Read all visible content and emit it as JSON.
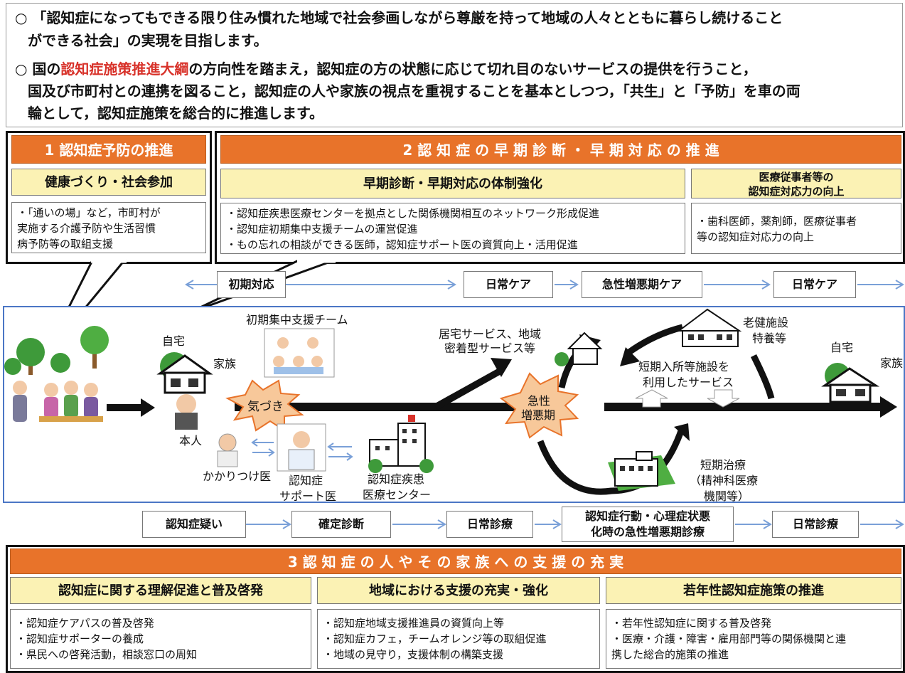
{
  "intro": {
    "line1": "○ 「認知症になってもできる限り住み慣れた地域で社会参画しながら尊厳を持って地域の人々とともに暮らし続けること",
    "line2": "ができる社会」の実現を目指します。",
    "line3_prefix": "○ 国の",
    "line3_highlight": "認知症施策推進大綱",
    "line3_suffix": "の方向性を踏まえ，認知症の方の状態に応じて切れ目のないサービスの提供を行うこと，",
    "line4": "国及び市町村との連携を図ること，認知症の人や家族の視点を重視することを基本としつつ，「共生」と「予防」を車の両",
    "line5": "輪として，認知症施策を総合的に推進します。"
  },
  "section1": {
    "title": "1  認知症予防の推進",
    "sub": "健康づくり・社会参加",
    "body": [
      "・「通いの場」など，市町村が",
      "実施する介護予防や生活習慣",
      "病予防等の取組支援"
    ]
  },
  "section2": {
    "title": "2  認 知 症 の 早 期 診 断 ・ 早 期 対 応 の 推 進",
    "sub_a": "早期診断・早期対応の体制強化",
    "sub_b_line1": "医療従事者等の",
    "sub_b_line2": "認知症対応力の向上",
    "body_a": [
      "・認知症疾患医療センターを拠点とした関係機関相互のネットワーク形成促進",
      "・認知症初期集中支援チームの運営促進",
      "・もの忘れの相談ができる医師，認知症サポート医の資質向上・活用促進"
    ],
    "body_b": [
      "・歯科医師，薬剤師，医療従事者",
      "等の認知症対応力の向上"
    ]
  },
  "timeline_top": [
    "初期対応",
    "日常ケア",
    "急性増悪期ケア",
    "日常ケア"
  ],
  "timeline_bottom": [
    "認知症疑い",
    "確定診断",
    "日常診療",
    "認知症行動・心理症状悪",
    "化時の急性増悪期診療",
    "日常診療"
  ],
  "diagram": {
    "home_left": "自宅",
    "family_left": "家族",
    "initial_team": "初期集中支援チーム",
    "awareness": "気づき",
    "person": "本人",
    "gp": "かかりつけ医",
    "support_doctor_1": "認知症",
    "support_doctor_2": "サポート医",
    "center_1": "認知症疾患",
    "center_2": "医療センター",
    "home_service_1": "居宅サービス、地域",
    "home_service_2": "密着型サービス等",
    "acute_1": "急性",
    "acute_2": "増悪期",
    "facility_1": "老健施設",
    "facility_2": "特養等",
    "short_stay_1": "短期入所等施設を",
    "short_stay_2": "利用したサービス",
    "home_right": "自宅",
    "family_right": "家族",
    "short_treat_1": "短期治療",
    "short_treat_2": "（精神科医療",
    "short_treat_3": "機関等）"
  },
  "section3": {
    "title": "3  認 知 症 の 人 や そ の 家 族 へ の 支 援 の 充 実",
    "cols": [
      {
        "head": "認知症に関する理解促進と普及啓発",
        "body": [
          "・認知症ケアパスの普及啓発",
          "・認知症サポーターの養成",
          "・県民への啓発活動，相談窓口の周知"
        ]
      },
      {
        "head": "地域における支援の充実・強化",
        "body": [
          "・認知症地域支援推進員の資質向上等",
          "・認知症カフェ，チームオレンジ等の取組促進",
          "・地域の見守り，支援体制の構築支援"
        ]
      },
      {
        "head": "若年性認知症施策の推進",
        "body": [
          "・若年性認知症に関する普及啓発",
          "・医療・介護・障害・雇用部門等の関係機関と連",
          "携した総合的施策の推進"
        ]
      }
    ]
  },
  "colors": {
    "orange": "#e8732a",
    "yellow": "#fbf2b4",
    "blue_frame": "#4b76c5",
    "highlight_red": "#d8322a"
  }
}
